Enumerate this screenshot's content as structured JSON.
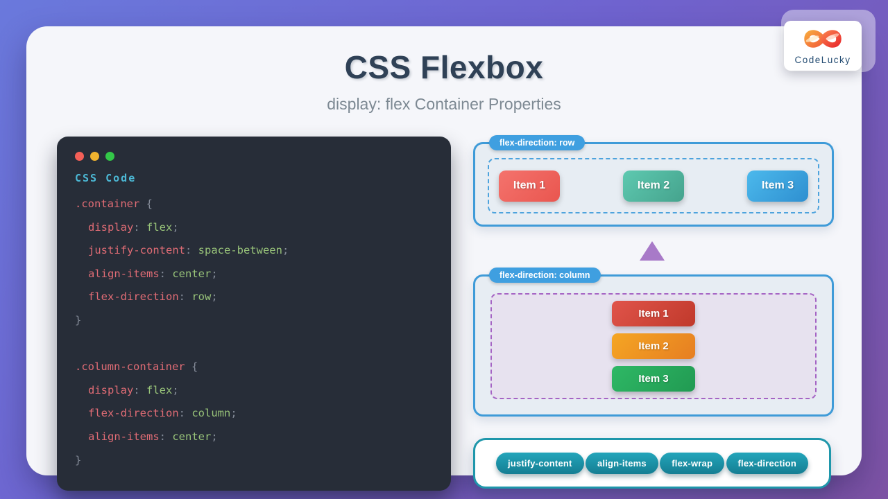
{
  "page": {
    "title": "CSS Flexbox",
    "subtitle": "display: flex Container Properties"
  },
  "logo": {
    "brand": "CodeLucky",
    "icon": "infinity-leaf-logo"
  },
  "code_editor": {
    "window_controls": [
      {
        "name": "close",
        "color": "#f35f57"
      },
      {
        "name": "minimize",
        "color": "#f0b32f"
      },
      {
        "name": "maximize",
        "color": "#33c748"
      }
    ],
    "header": "CSS Code",
    "blocks": [
      {
        "selector": ".container",
        "rules": [
          {
            "property": "display",
            "value": "flex"
          },
          {
            "property": "justify-content",
            "value": "space-between"
          },
          {
            "property": "align-items",
            "value": "center"
          },
          {
            "property": "flex-direction",
            "value": "row"
          }
        ]
      },
      {
        "selector": ".column-container",
        "rules": [
          {
            "property": "display",
            "value": "flex"
          },
          {
            "property": "flex-direction",
            "value": "column"
          },
          {
            "property": "align-items",
            "value": "center"
          }
        ]
      }
    ]
  },
  "row_demo": {
    "badge": "flex-direction: row",
    "items": [
      {
        "label": "Item 1",
        "color_from": "#f4736d",
        "color_to": "#e9564f"
      },
      {
        "label": "Item 2",
        "color_from": "#5ec9b0",
        "color_to": "#45a38d"
      },
      {
        "label": "Item 3",
        "color_from": "#4cb9ec",
        "color_to": "#2e8fd0"
      }
    ]
  },
  "column_demo": {
    "badge": "flex-direction: column",
    "items": [
      {
        "label": "Item 1",
        "color_from": "#e0544a",
        "color_to": "#c0392b"
      },
      {
        "label": "Item 2",
        "color_from": "#f5a623",
        "color_to": "#e67e22"
      },
      {
        "label": "Item 3",
        "color_from": "#2eb865",
        "color_to": "#219a52"
      }
    ]
  },
  "property_pills": [
    "justify-content",
    "align-items",
    "flex-wrap",
    "flex-direction"
  ],
  "colors": {
    "background_gradient_start": "#6a79dc",
    "background_gradient_end": "#7d52a4",
    "card_background": "#f5f6fa",
    "title_text": "#2f4156",
    "subtitle_text": "#7d8993",
    "editor_background": "#272d38",
    "editor_header_text": "#4cb9d6",
    "code_selector_and_property": "#e06c75",
    "code_value": "#98c379",
    "code_punctuation": "#848b98",
    "demo_border_blue": "#3f9bd8",
    "demo_background": "#e7edf3",
    "row_dashed_border": "#4da3dd",
    "column_dashed_border": "#a564c4",
    "column_inner_background": "#e7e2ef",
    "badge_background": "#3f9fe0",
    "triangle_purple": "#a87ac8",
    "properties_bar_border": "#1f97ab",
    "pill_background": "#1b8da2",
    "logo_brand_text": "#254d73"
  }
}
